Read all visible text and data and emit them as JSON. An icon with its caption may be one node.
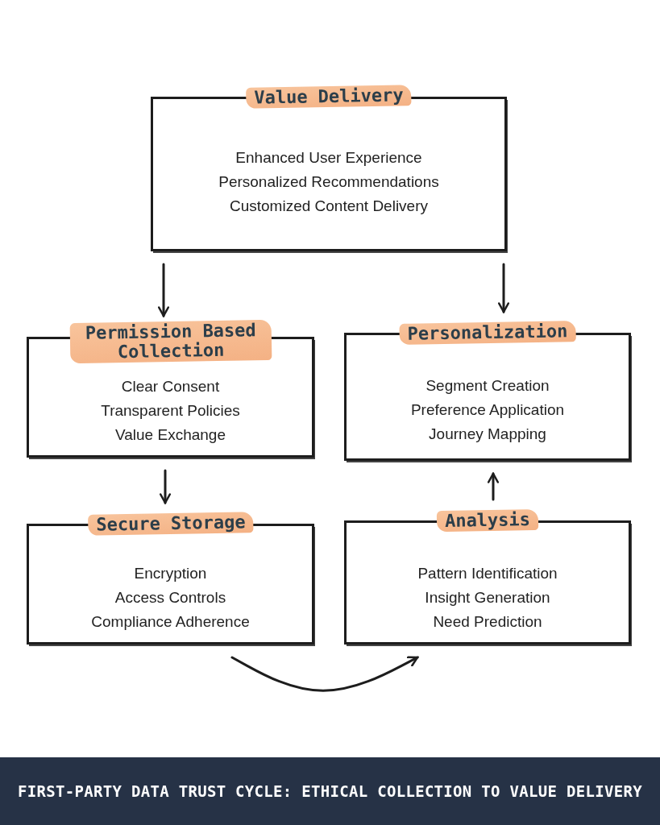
{
  "diagram": {
    "title": "FIRST-PARTY DATA TRUST CYCLE: ETHICAL COLLECTION TO VALUE DELIVERY",
    "nodes": [
      {
        "text": [
          "Value Delivery",
          "Enhanced User Experience",
          "Personalized Recommendations",
          "Customized Content Delivery"
        ]
      },
      {
        "text": [
          "Permission Based Collection",
          "Clear Consent",
          "Transparent Policies",
          "Value Exchange"
        ]
      },
      {
        "text": [
          "Personalization",
          "Segment Creation",
          "Preference Application",
          "Journey Mapping"
        ]
      },
      {
        "text": [
          "Secure Storage",
          "Encryption",
          "Access Controls",
          "Compliance Adherence"
        ]
      },
      {
        "text": [
          "Analysis",
          "Pattern Identification",
          "Insight Generation",
          "Need Prediction"
        ]
      }
    ],
    "edges": [
      {
        "from": 0,
        "to": 1,
        "arrow": "to"
      },
      {
        "from": 0,
        "to": 2,
        "arrow": "to"
      },
      {
        "from": 1,
        "to": 3,
        "arrow": "to"
      },
      {
        "from": 3,
        "to": 4,
        "arrow": "to"
      },
      {
        "from": 4,
        "to": 2,
        "arrow": "to"
      }
    ]
  }
}
